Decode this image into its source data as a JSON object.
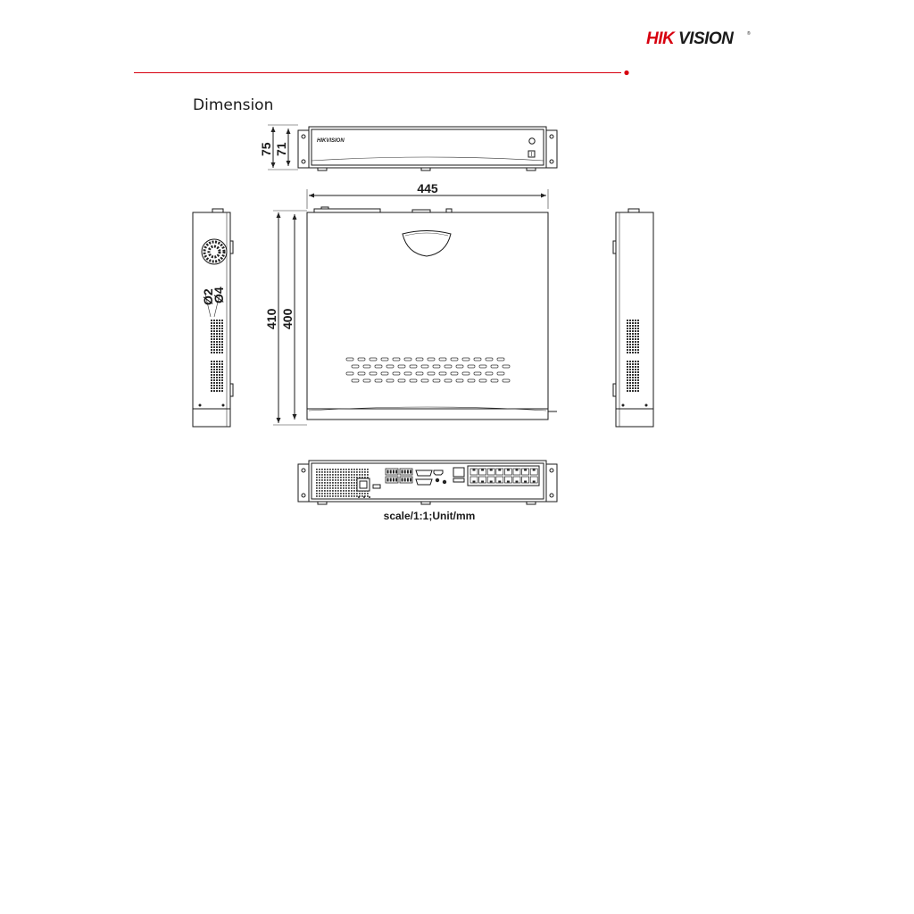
{
  "brand": {
    "logo_text": "HIKVISION",
    "accent_color": "#d7000f"
  },
  "section": {
    "title": "Dimension"
  },
  "front_view": {
    "panel_logo_text": "HIKVISION",
    "dim_outer_height": "75",
    "dim_inner_height": "71"
  },
  "top_view": {
    "dim_width": "445",
    "dim_depth_outer": "410",
    "dim_depth_inner": "400"
  },
  "side_view": {
    "hole_label_small": "Ø2",
    "hole_label_large": "Ø4"
  },
  "footer": {
    "scale_note": "scale/1:1;Unit/mm"
  }
}
